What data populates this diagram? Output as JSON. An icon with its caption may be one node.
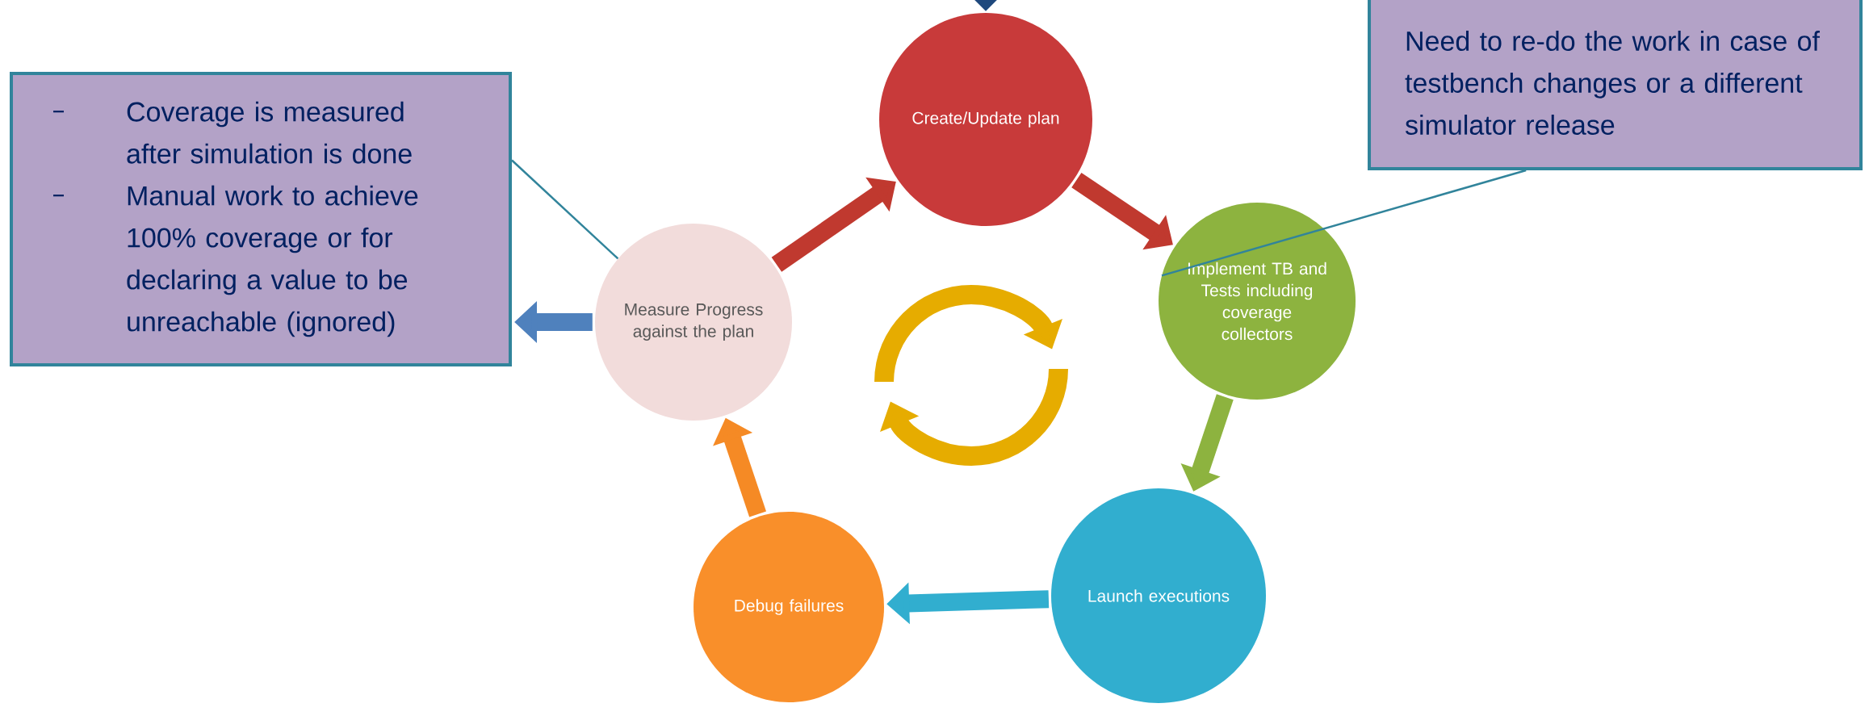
{
  "diagram": {
    "nodes": [
      {
        "text": [
          "Coverage is measured after simulation is done",
          "Manual work to achieve 100% coverage or for declaring a value to be unreachable (ignored)"
        ]
      },
      {
        "text": [
          "Create/Update plan"
        ]
      },
      {
        "text": [
          "Need to re-do the work in case of testbench changes or a different simulator release"
        ]
      },
      {
        "text": [
          "Measure Progress against the plan"
        ]
      },
      {
        "text": [
          "Implement TB and Tests including coverage collectors"
        ]
      },
      {
        "text": [
          "Launch executions"
        ]
      },
      {
        "text": [
          "Debug failures"
        ]
      }
    ],
    "edges": [
      {
        "from": null,
        "to": 1,
        "arrow": "to",
        "color": "#1f497d"
      },
      {
        "from": 1,
        "to": 4,
        "arrow": "to",
        "color": "#c0392f"
      },
      {
        "from": 4,
        "to": 5,
        "arrow": "to",
        "color": "#8db33f"
      },
      {
        "from": 5,
        "to": 6,
        "arrow": "to",
        "color": "#31aecf"
      },
      {
        "from": 6,
        "to": 3,
        "arrow": "to",
        "color": "#f58a25"
      },
      {
        "from": 3,
        "to": 1,
        "arrow": "to",
        "color": "#c0392f"
      },
      {
        "from": 3,
        "to": 0,
        "arrow": "to",
        "color": "#4f81bd"
      },
      {
        "from": 0,
        "to": 3,
        "arrow": "none",
        "color": "#31849b"
      },
      {
        "from": 2,
        "to": 4,
        "arrow": "none",
        "color": "#31849b"
      }
    ]
  }
}
